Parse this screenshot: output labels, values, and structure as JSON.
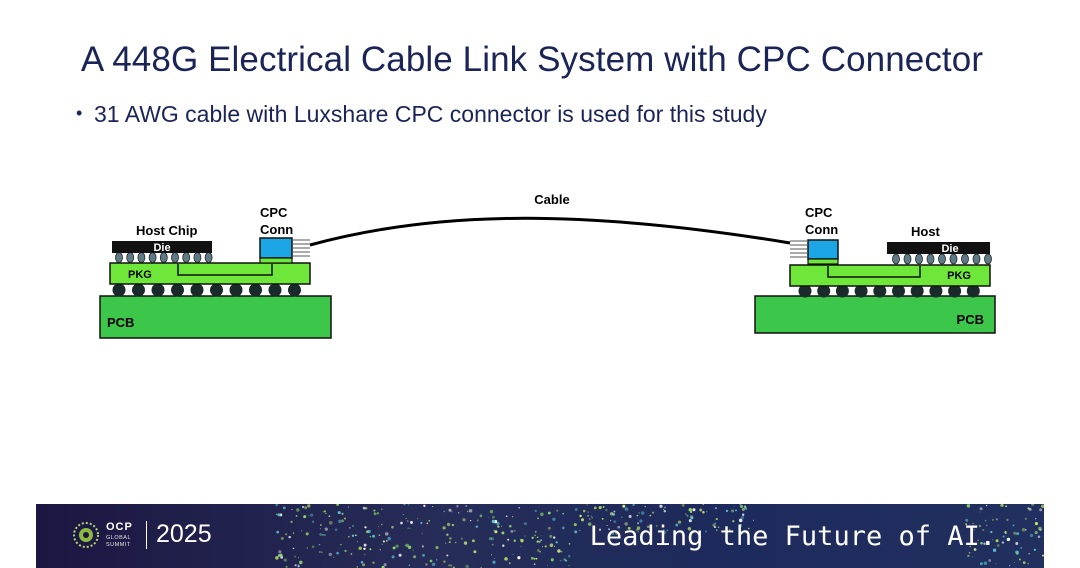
{
  "slide": {
    "title": "A 448G Electrical Cable Link System with CPC Connector",
    "bullet": "31 AWG cable with Luxshare CPC connector is used for this study"
  },
  "diagram": {
    "cable_label": "Cable",
    "left": {
      "chip_label": "Host Chip",
      "conn_label_line1": "CPC",
      "conn_label_line2": "Conn",
      "die_label": "Die",
      "pkg_label": "PKG",
      "pcb_label": "PCB"
    },
    "right": {
      "chip_label": "Host",
      "conn_label_line1": "CPC",
      "conn_label_line2": "Conn",
      "die_label": "Die",
      "pkg_label": "PKG",
      "pcb_label": "PCB"
    },
    "colors": {
      "pcb": "#3cc64a",
      "pkg": "#6ee63a",
      "die": "#111111",
      "connector": "#1da6e6",
      "bump": "#1a2a2a",
      "microbump": "#5e7a86"
    }
  },
  "footer": {
    "logo_word": "OCP",
    "logo_sub1": "GLOBAL",
    "logo_sub2": "SUMMIT",
    "year": "2025",
    "tagline": "Leading the Future of AI."
  }
}
